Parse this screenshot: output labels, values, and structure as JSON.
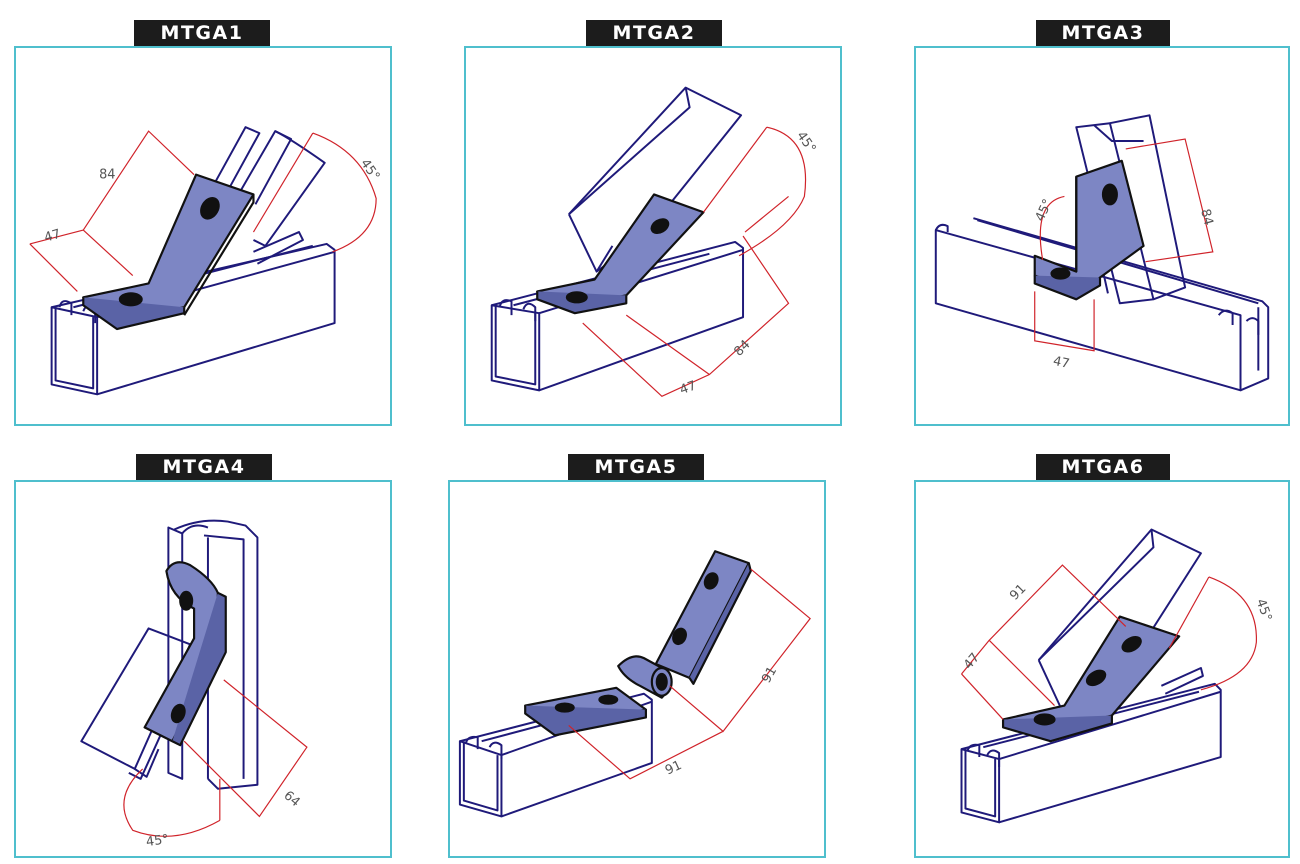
{
  "colors": {
    "frame_border": "#4fbfcd",
    "label_background": "#1c1c1c",
    "label_text": "#ffffff",
    "channel_outline": "#1f1a7a",
    "bracket_fill": "#7d86c4",
    "bracket_outline": "#111111",
    "dimension_line": "#d0232a",
    "dimension_text": "#555555"
  },
  "panels": [
    {
      "label": "MTGA1",
      "dimensions": [
        "84",
        "47",
        "45°"
      ]
    },
    {
      "label": "MTGA2",
      "dimensions": [
        "45°",
        "84",
        "47"
      ]
    },
    {
      "label": "MTGA3",
      "dimensions": [
        "45°",
        "84",
        "47"
      ]
    },
    {
      "label": "MTGA4",
      "dimensions": [
        "64",
        "45°"
      ]
    },
    {
      "label": "MTGA5",
      "dimensions": [
        "91",
        "91"
      ]
    },
    {
      "label": "MTGA6",
      "dimensions": [
        "91",
        "47",
        "45°"
      ]
    }
  ]
}
